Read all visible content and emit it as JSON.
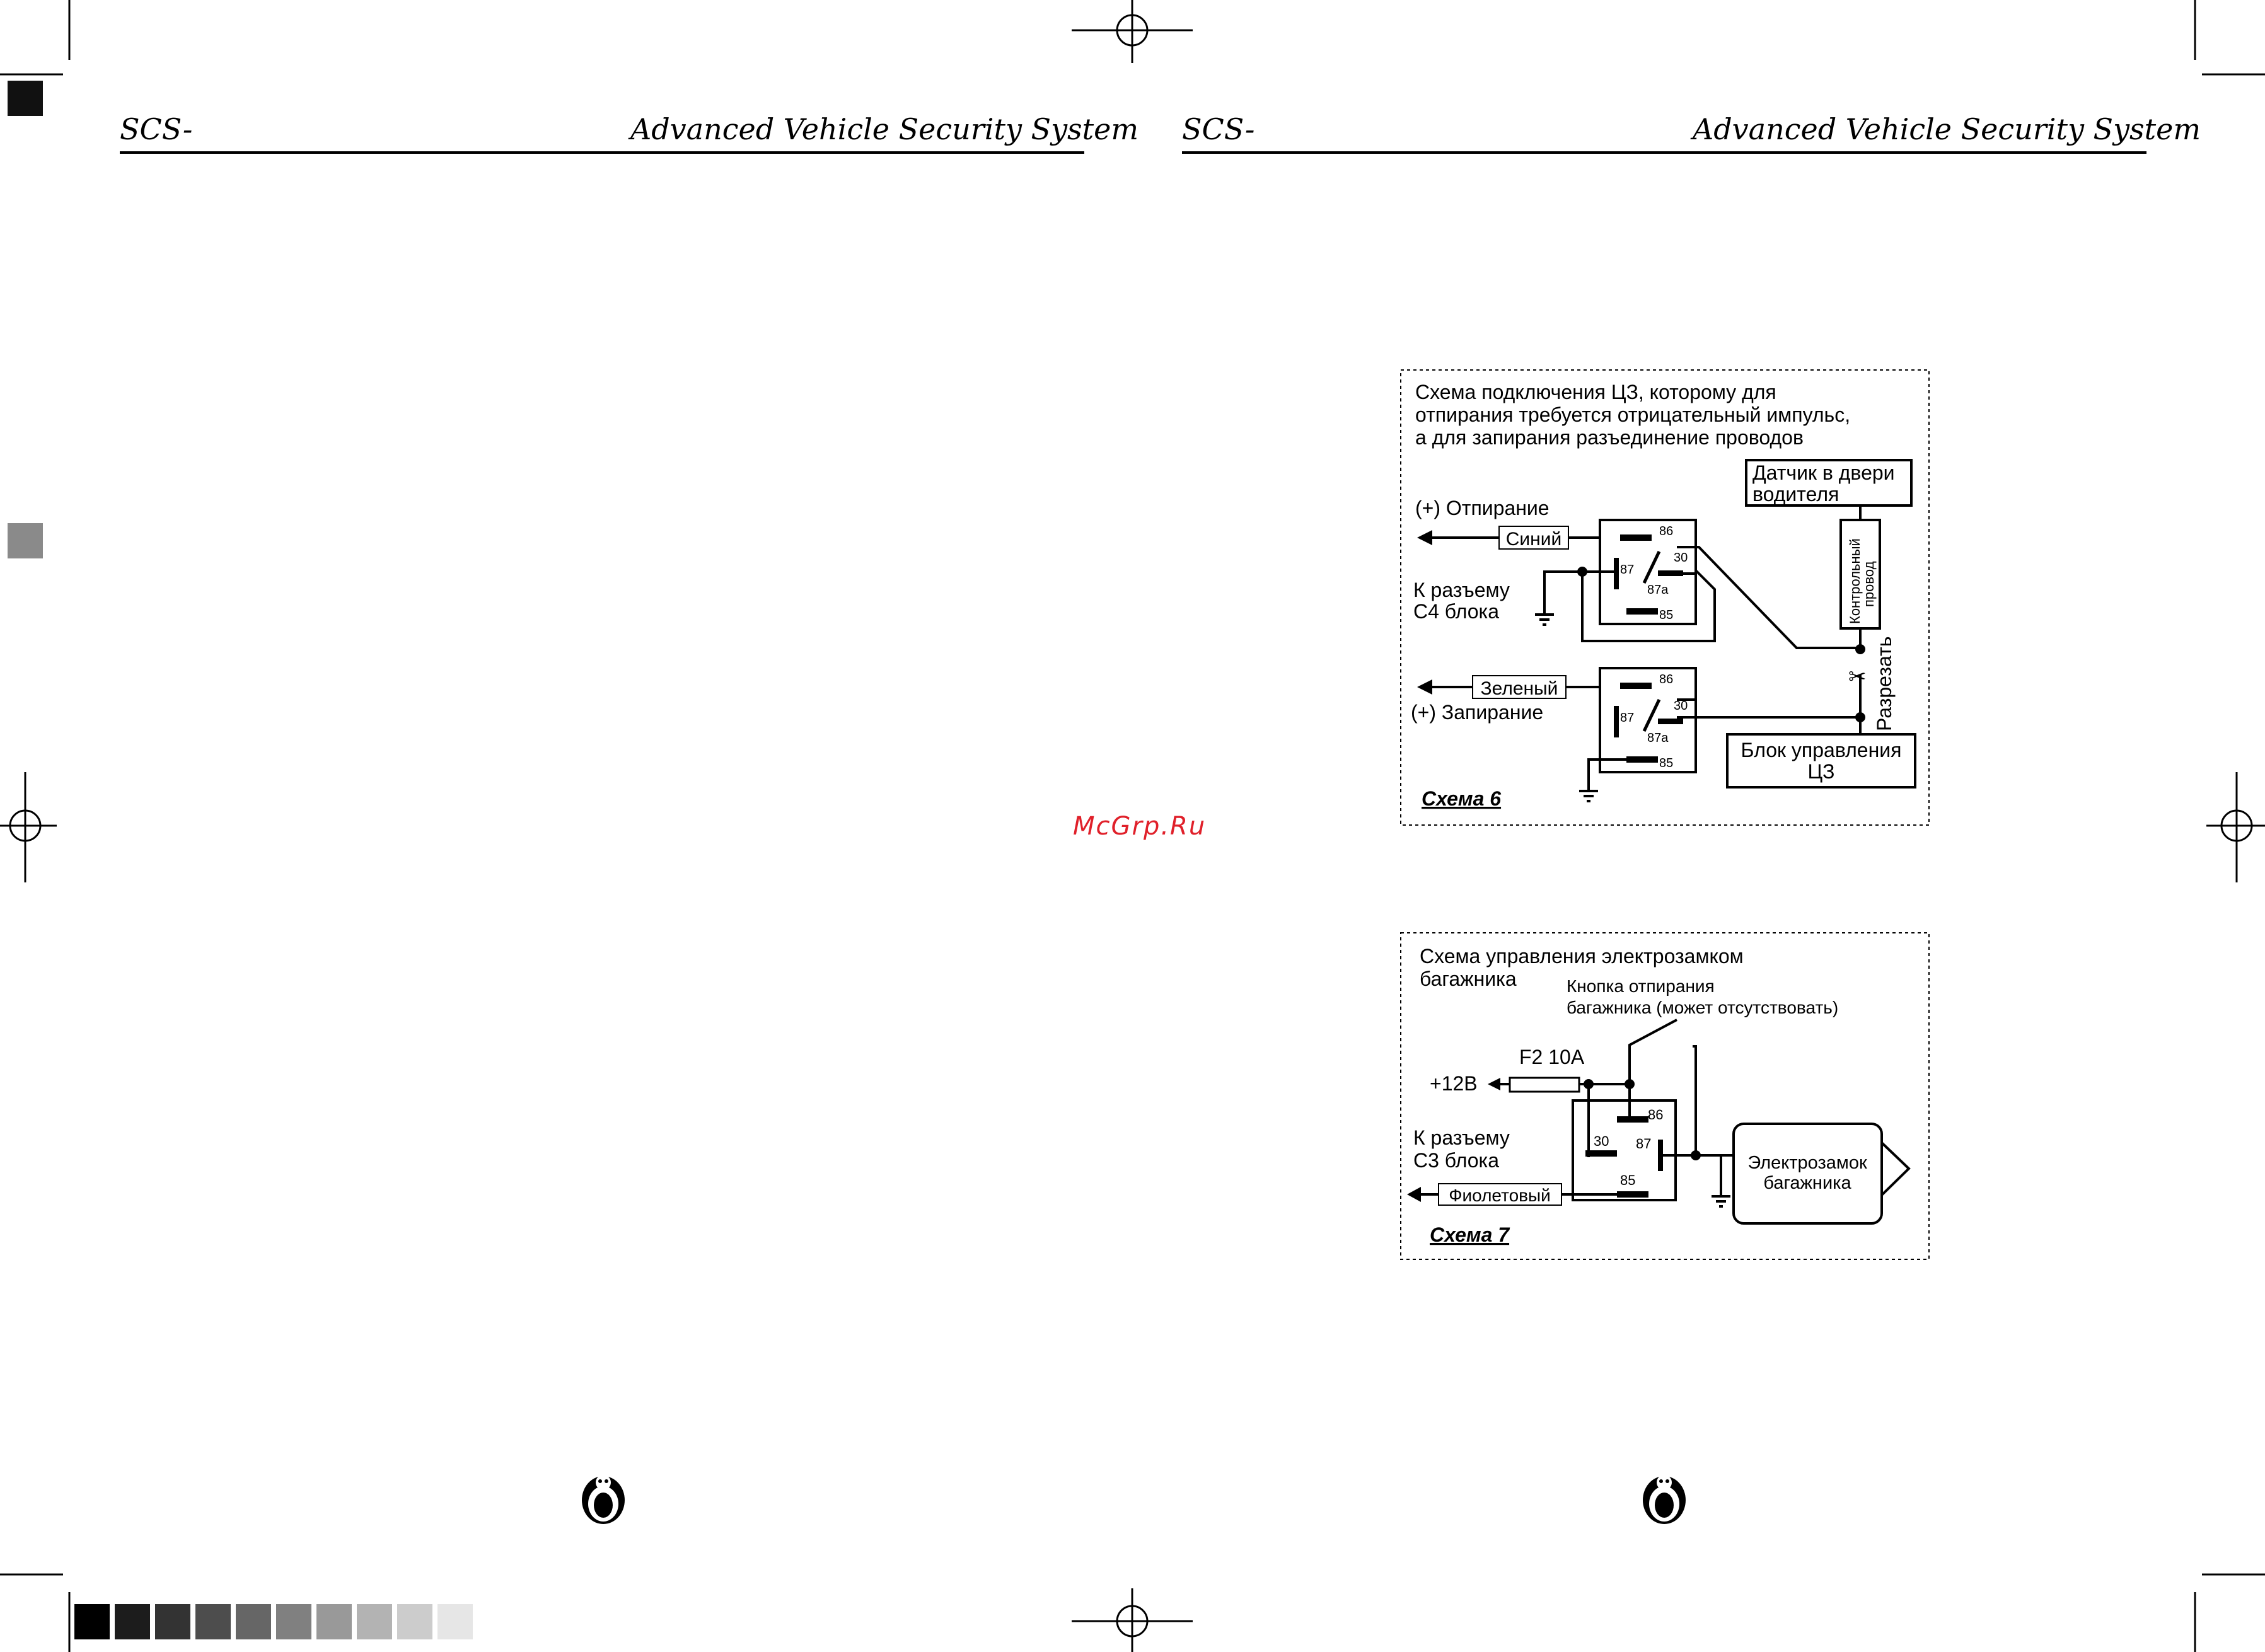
{
  "header": {
    "left_page": {
      "brand": "SCS-",
      "title": "Advanced Vehicle Security System"
    },
    "right_page": {
      "brand": "SCS-",
      "title": "Advanced Vehicle Security System"
    }
  },
  "watermark": "McGrp.Ru",
  "scheme6": {
    "title_lines": [
      "Схема подключения ЦЗ,  которому для",
      "отпирания требуется   отрицательный импульс,",
      "а для запирания разъединение проводов"
    ],
    "sensor_lines": [
      "Датчик в двери",
      "водителя"
    ],
    "unlock_label": "(+) Отпирание",
    "blue_wire": "Синий",
    "connector_lines": [
      "К разъему",
      "С4 блока"
    ],
    "green_wire": "Зеленый",
    "lock_label": "(+) Запирание",
    "control_wire_lines": [
      "Контрольный",
      "провод"
    ],
    "cut_label": "Разрезать",
    "control_unit_lines": [
      "Блок управления",
      "ЦЗ"
    ],
    "pins": {
      "p86": "86",
      "p30": "30",
      "p87": "87",
      "p87a": "87a",
      "p85": "85"
    },
    "caption": "Схема 6"
  },
  "scheme7": {
    "title_lines": [
      "Схема управления электрозамком",
      "багажника"
    ],
    "button_lines": [
      "Кнопка отпирания",
      "багажника (может отсутствовать)"
    ],
    "fuse_label": "F2  10A",
    "power_label": "+12В",
    "connector_lines": [
      "К разъему",
      "С3  блока"
    ],
    "violet_wire": "Фиолетовый",
    "lock_lines": [
      "Электрозамок",
      "багажника"
    ],
    "pins": {
      "p86": "86",
      "p30": "30",
      "p87": "87",
      "p85": "85"
    },
    "caption": "Схема 7"
  },
  "colors": {
    "ink": "#000000",
    "watermark": "#e0202a",
    "tab_dark": "#111111",
    "tab_gray": "#8a8a8a"
  },
  "icons": [
    "registration-crosshair-icon",
    "beetle-logo-icon",
    "scissors-icon",
    "ground-icon",
    "arrow-left-icon"
  ]
}
